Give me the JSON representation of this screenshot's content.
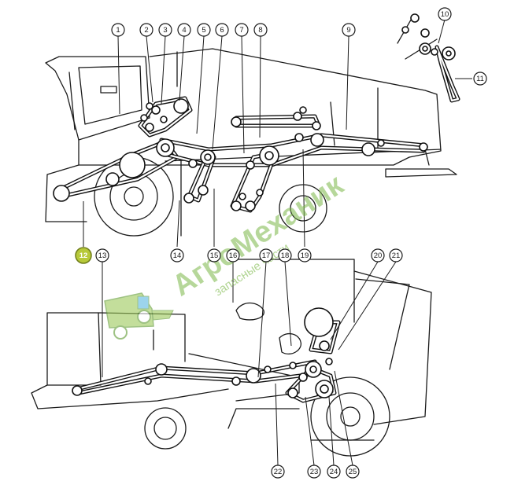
{
  "callouts_top": [
    "1",
    "2",
    "3",
    "4",
    "5",
    "6",
    "7",
    "8",
    "9",
    "10",
    "11",
    "12",
    "13",
    "14",
    "15",
    "16",
    "17",
    "18",
    "19",
    "20",
    "21"
  ],
  "callouts_bottom": [
    "22",
    "23",
    "24",
    "25"
  ],
  "highlighted_callout": "12",
  "watermark": {
    "brand_part1": "Агро",
    "brand_part2": "Механик",
    "tagline": "запасные части"
  },
  "colors": {
    "line": "#1a1a1a",
    "highlight": "#b7c93a",
    "watermark": "#7bb848"
  }
}
